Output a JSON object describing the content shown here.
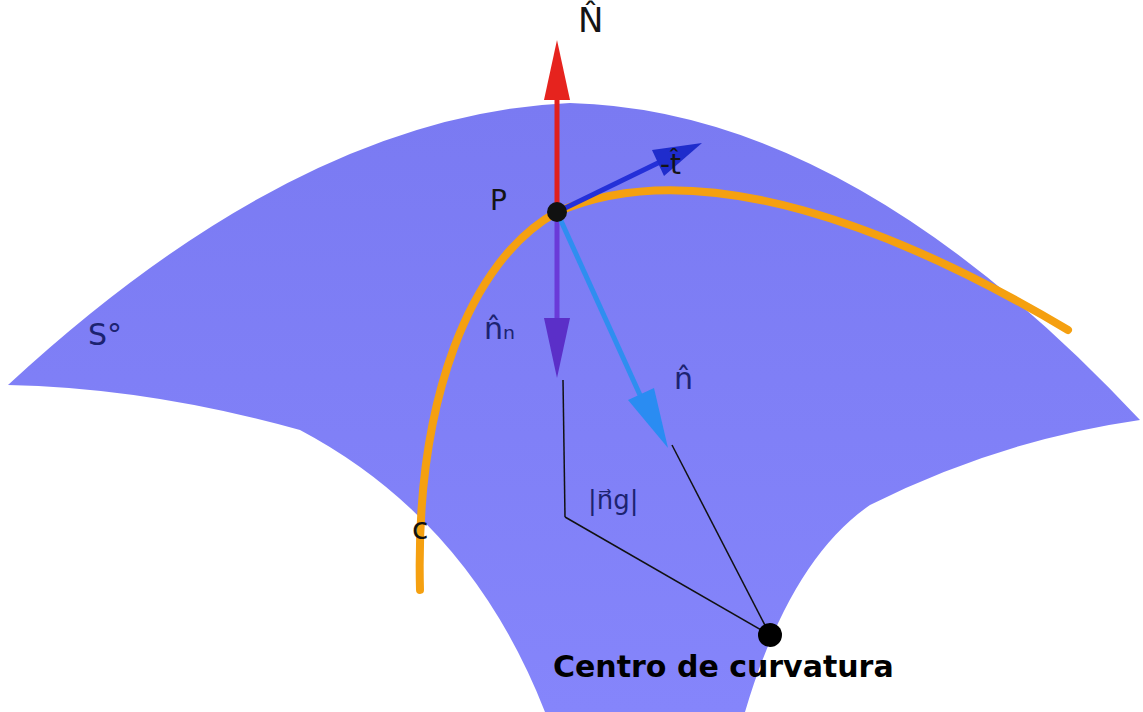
{
  "diagram": {
    "labels": [
      "N̂",
      "-t̂",
      "P",
      "n̂ₙ",
      "n̂",
      "S°",
      "c",
      "|n⃗g|",
      "Centro de curvatura"
    ]
  }
}
